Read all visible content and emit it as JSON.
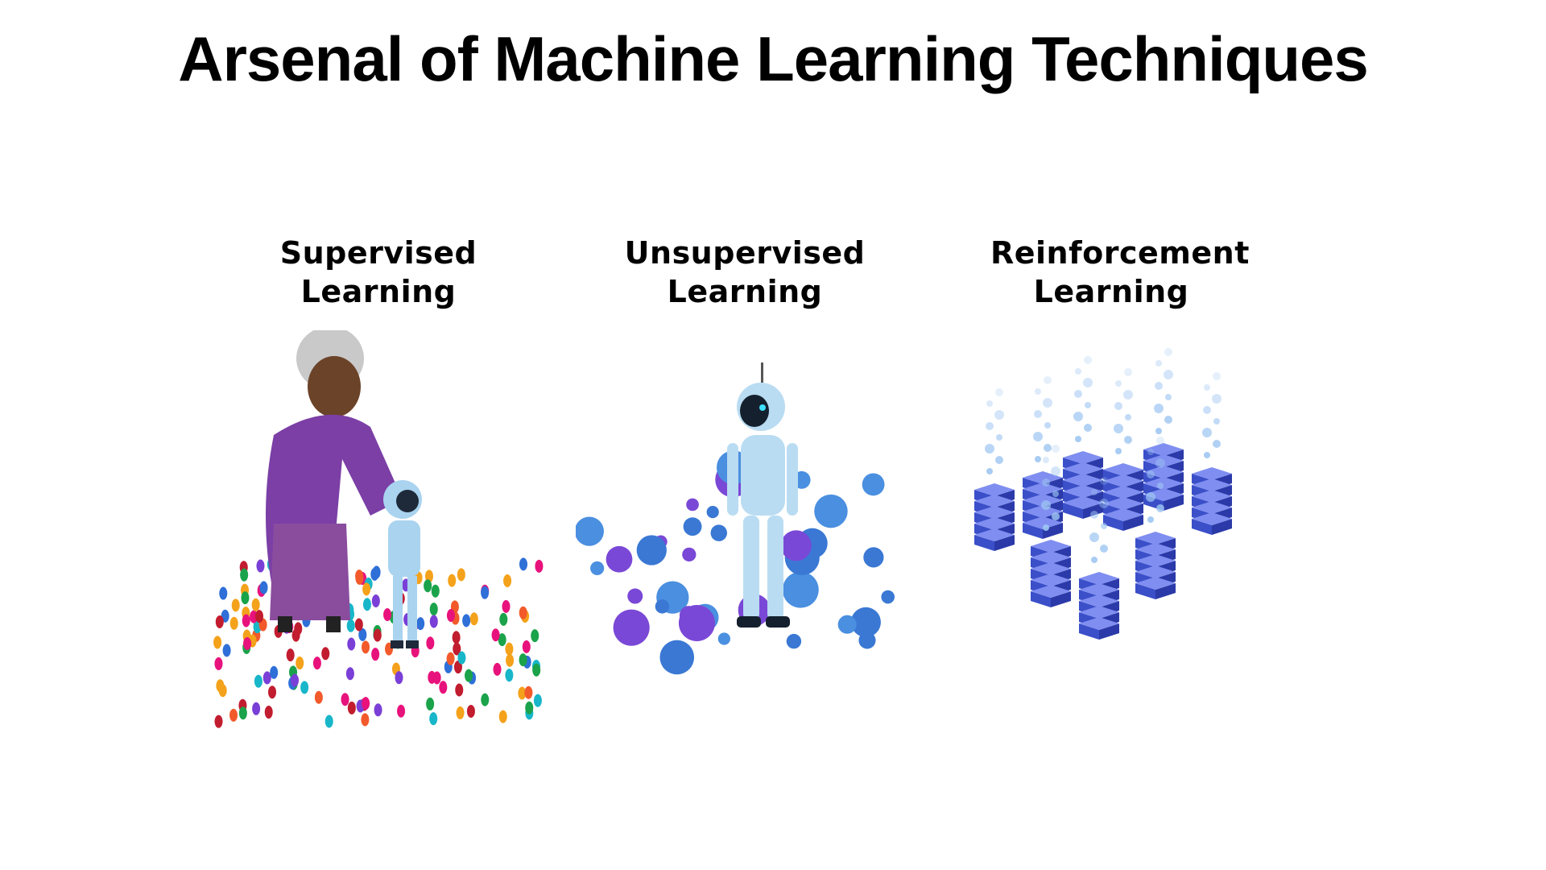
{
  "slide": {
    "title": "Arsenal of Machine Learning Techniques",
    "panels": [
      {
        "label": "Supervised Learning",
        "illustration": "grandmother-teaching-robot-icon"
      },
      {
        "label": "Unsupervised Learning",
        "illustration": "robot-among-clusters-icon"
      },
      {
        "label": "Reinforcement Learning",
        "illustration": "server-stacks-icon"
      }
    ]
  },
  "colors": {
    "title": "#000000",
    "purple_dress": "#7b3fa6",
    "robot_blue": "#a9d3ef",
    "cluster_blue": "#3a78d4",
    "cluster_purple": "#7a48d6",
    "server_blue": "#4a62d8"
  }
}
